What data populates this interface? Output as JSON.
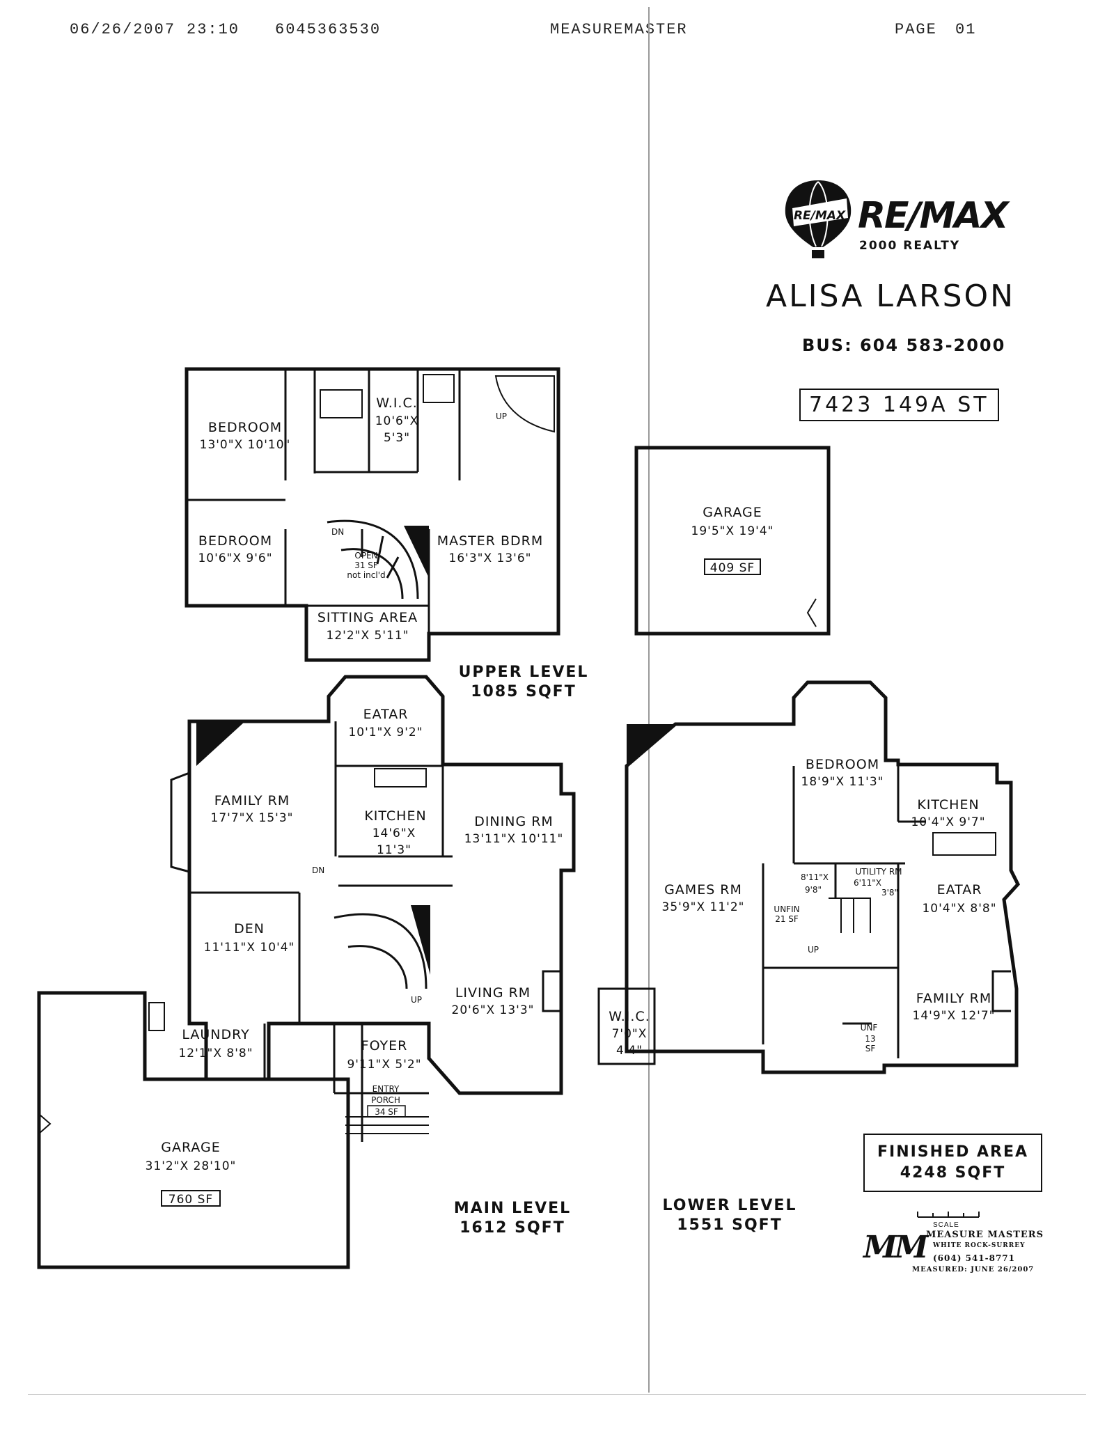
{
  "fax_header": {
    "date": "06/26/2007",
    "time": "23:10",
    "fax_number": "6045363530",
    "sender": "MEASUREMASTER",
    "page_label": "PAGE",
    "page_number": "01"
  },
  "brand": {
    "balloon_text": "RE/MAX",
    "logo": "RE/MAX",
    "office": "2000 REALTY",
    "colors": {
      "ink": "#111111",
      "paper": "#ffffff"
    }
  },
  "agent": {
    "name": "ALISA LARSON",
    "phone": "BUS: 604 583-2000"
  },
  "property": {
    "address": "7423 149A ST"
  },
  "upper_level": {
    "label": "UPPER LEVEL",
    "area": "1085 SQFT",
    "rooms": [
      {
        "name": "BEDROOM",
        "dims": "13'0\"X 10'10\""
      },
      {
        "name": "W.I.C.",
        "dims": "10'6\"X",
        "dims2": "5'3\""
      },
      {
        "name": "BEDROOM",
        "dims": "10'6\"X 9'6\""
      },
      {
        "name": "MASTER BDRM",
        "dims": "16'3\"X 13'6\""
      },
      {
        "name": "SITTING AREA",
        "dims": "12'2\"X 5'11\""
      }
    ],
    "open_note": [
      "OPEN",
      "31 SF",
      "not incl'd"
    ],
    "tags": {
      "down": "DN",
      "up": "UP"
    }
  },
  "detached_garage": {
    "name": "GARAGE",
    "dims": "19'5\"X 19'4\"",
    "area": "409 SF"
  },
  "main_level": {
    "label": "MAIN LEVEL",
    "area": "1612 SQFT",
    "rooms": [
      {
        "name": "EATAR",
        "dims": "10'1\"X 9'2\""
      },
      {
        "name": "FAMILY RM",
        "dims": "17'7\"X 15'3\""
      },
      {
        "name": "KITCHEN",
        "dims": "14'6\"X",
        "dims2": "11'3\""
      },
      {
        "name": "DINING RM",
        "dims": "13'11\"X 10'11\""
      },
      {
        "name": "DEN",
        "dims": "11'11\"X 10'4\""
      },
      {
        "name": "LIVING RM",
        "dims": "20'6\"X 13'3\""
      },
      {
        "name": "LAUNDRY",
        "dims": "12'1\"X 8'8\""
      },
      {
        "name": "FOYER",
        "dims": "9'11\"X 5'2\""
      },
      {
        "name": "GARAGE",
        "dims": "31'2\"X 28'10\"",
        "area": "760 SF"
      }
    ],
    "porch": {
      "line1": "ENTRY",
      "line2": "PORCH",
      "area": "34 SF"
    },
    "tags": {
      "down": "DN",
      "up": "UP"
    }
  },
  "lower_level": {
    "label": "LOWER LEVEL",
    "area": "1551 SQFT",
    "rooms": [
      {
        "name": "BEDROOM",
        "dims": "18'9\"X 11'3\""
      },
      {
        "name": "KITCHEN",
        "dims": "10'4\"X 9'7\""
      },
      {
        "name": "GAMES RM",
        "dims": "35'9\"X 11'2\""
      },
      {
        "name": "EATAR",
        "dims": "10'4\"X 8'8\""
      },
      {
        "name": "UTILITY RM",
        "dims": "6'11\"X",
        "dims2": "3'8\""
      },
      {
        "name": "W.I.C.",
        "dims": "7'0\"X",
        "dims2": "4'4\""
      },
      {
        "name": "FAMILY RM",
        "dims": "14'9\"X 12'7\""
      }
    ],
    "closet": {
      "dims": "8'11\"X",
      "dims2": "9'8\""
    },
    "unfin_left": [
      "UNFIN",
      "21 SF"
    ],
    "unfin_right": [
      "UNF",
      "13",
      "SF"
    ],
    "tags": {
      "up": "UP"
    }
  },
  "finished_area": {
    "label": "FINISHED AREA",
    "value": "4248 SQFT"
  },
  "measurer": {
    "scale_label": "SCALE",
    "logo": "MM",
    "company": "MEASURE MASTERS",
    "address": "WHITE ROCK-SURREY",
    "phone": "(604) 541-8771",
    "measured": "MEASURED: JUNE 26/2007"
  }
}
